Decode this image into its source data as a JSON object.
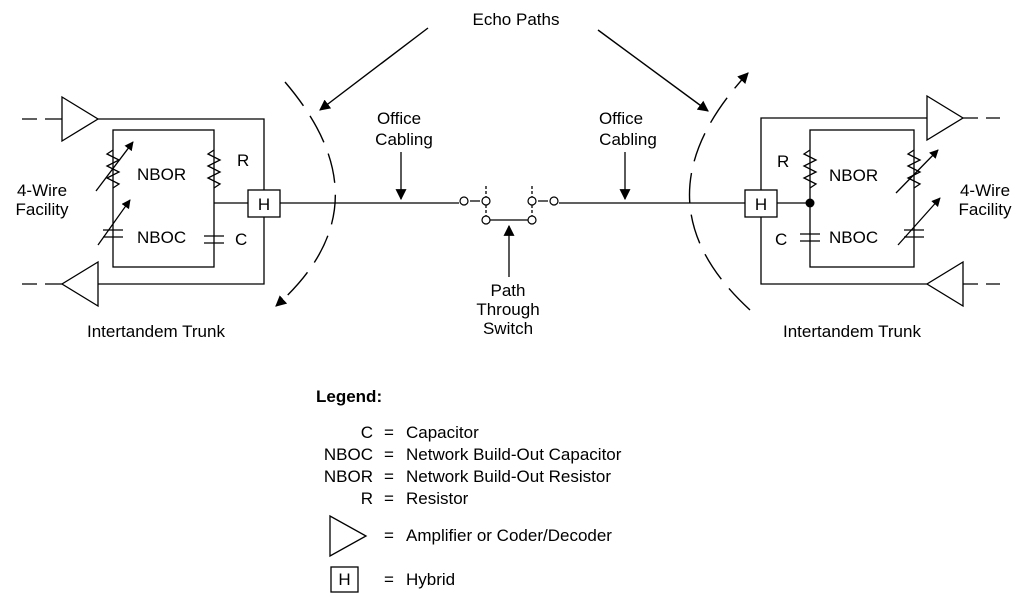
{
  "labels": {
    "echo_paths": "Echo Paths",
    "office_cabling_left_1": "Office",
    "office_cabling_left_2": "Cabling",
    "office_cabling_right_1": "Office",
    "office_cabling_right_2": "Cabling",
    "path_1": "Path",
    "path_2": "Through",
    "path_3": "Switch",
    "trunk_left": "Intertandem Trunk",
    "trunk_right": "Intertandem Trunk",
    "facility_left_1": "4-Wire",
    "facility_left_2": "Facility",
    "facility_right_1": "4-Wire",
    "facility_right_2": "Facility",
    "nbor_left": "NBOR",
    "nboc_left": "NBOC",
    "r_left": "R",
    "c_left": "C",
    "nbor_right": "NBOR",
    "nboc_right": "NBOC",
    "r_right": "R",
    "c_right": "C",
    "hybrid_left": "H",
    "hybrid_right": "H"
  },
  "legend": {
    "title": "Legend:",
    "items": [
      {
        "key": "C",
        "eq": "=",
        "desc": "Capacitor"
      },
      {
        "key": "NBOC",
        "eq": "=",
        "desc": "Network Build-Out Capacitor"
      },
      {
        "key": "NBOR",
        "eq": "=",
        "desc": "Network Build-Out Resistor"
      },
      {
        "key": "R",
        "eq": "=",
        "desc": "Resistor"
      }
    ],
    "amplifier": {
      "eq": "=",
      "desc": "Amplifier or Coder/Decoder"
    },
    "hybrid": {
      "symbol": "H",
      "eq": "=",
      "desc": "Hybrid"
    }
  }
}
